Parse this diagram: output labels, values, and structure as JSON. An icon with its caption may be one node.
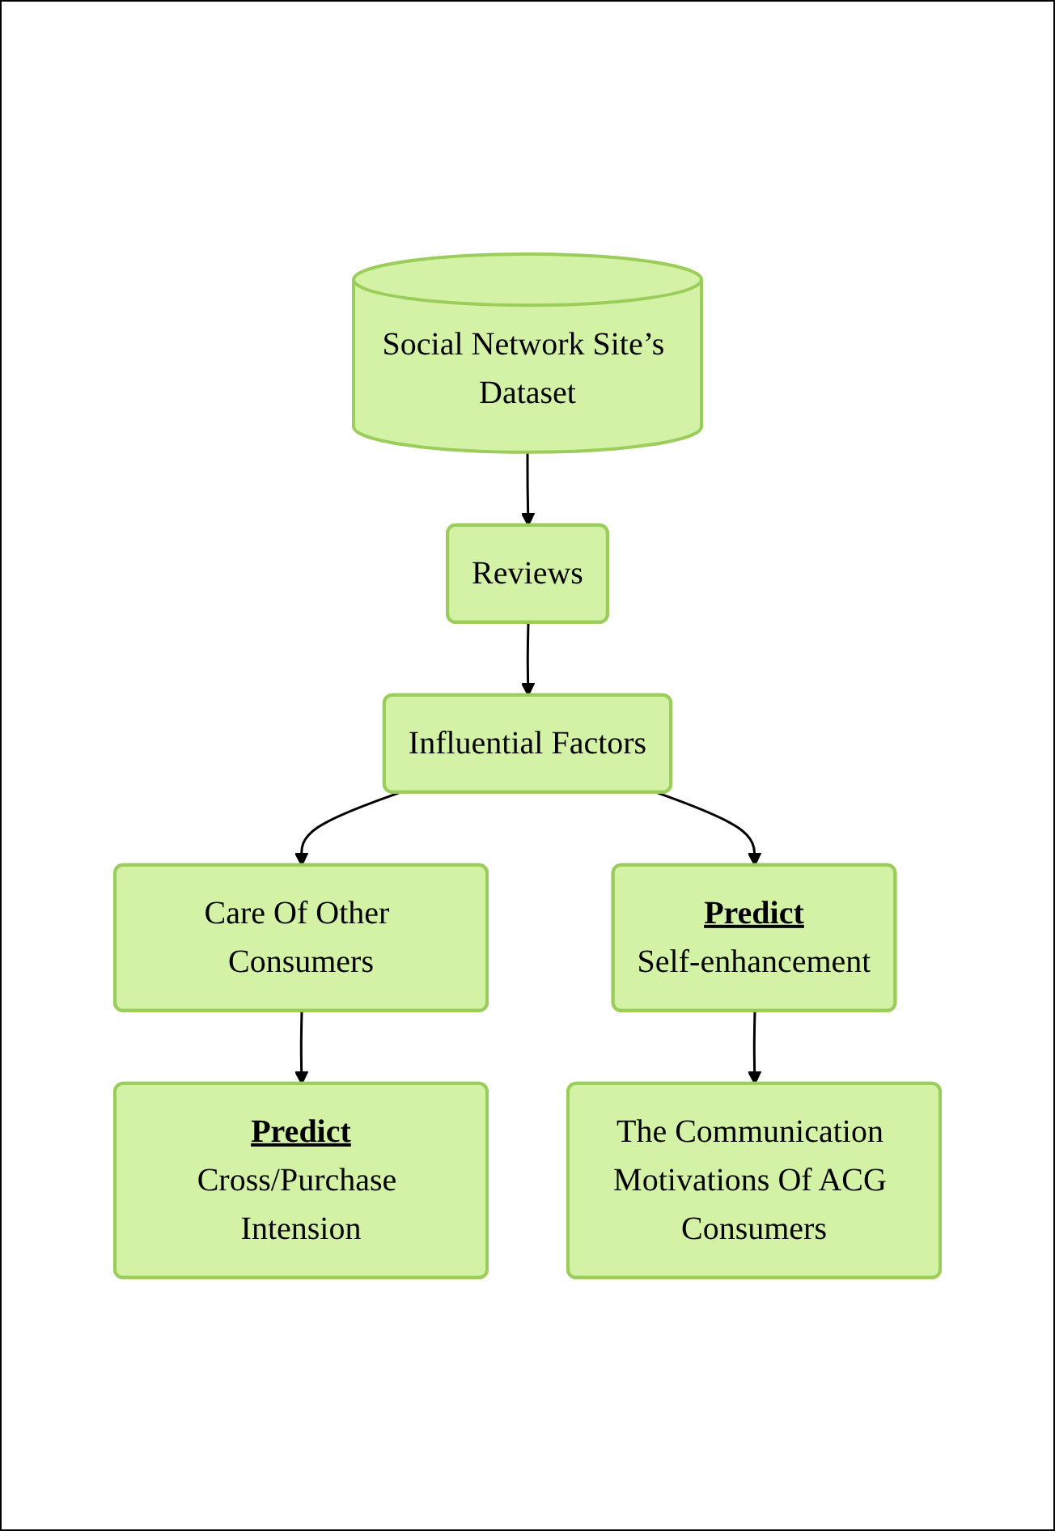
{
  "diagram": {
    "nodes": [
      {
        "text": [
          "Social Network Site’s Dataset"
        ]
      },
      {
        "text": [
          "Reviews"
        ]
      },
      {
        "text": [
          "Influential Factors"
        ]
      },
      {
        "text": [
          "Care Of Other Consumers"
        ]
      },
      {
        "text": [
          "Predict",
          "Self-enhancement"
        ]
      },
      {
        "text": [
          "The Communication Motivations Of ACG Consumers"
        ]
      },
      {
        "text": [
          "Predict",
          "Cross/Purchase Intension"
        ]
      }
    ],
    "edges": [
      {
        "from": 0,
        "to": 1,
        "arrow": "to"
      },
      {
        "from": 1,
        "to": 2,
        "arrow": "to"
      },
      {
        "from": 2,
        "to": 3,
        "arrow": "to"
      },
      {
        "from": 2,
        "to": 4,
        "arrow": "to"
      },
      {
        "from": 4,
        "to": 5,
        "arrow": "to"
      },
      {
        "from": 3,
        "to": 6,
        "arrow": "to"
      }
    ]
  }
}
